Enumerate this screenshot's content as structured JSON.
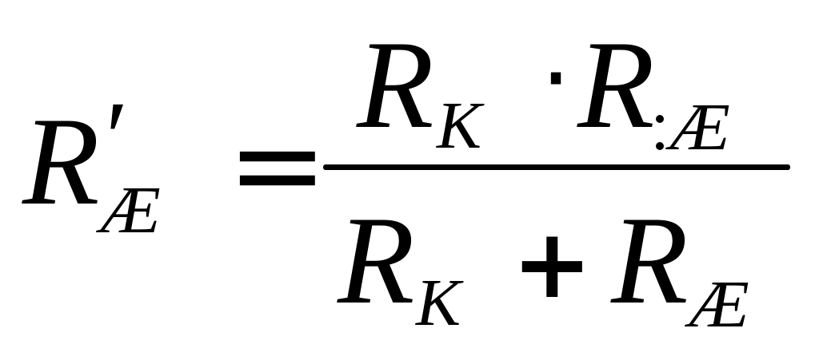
{
  "lhs": {
    "main": "R",
    "prime": "′",
    "subscript": "Æ"
  },
  "equals": "=",
  "numerator": {
    "first": {
      "main": "R",
      "subscript": "K"
    },
    "times": "·",
    "second": {
      "main": "R",
      "subscript": "Æ"
    }
  },
  "denominator": {
    "first": {
      "main": "R",
      "subscript": "K"
    },
    "plus": "+",
    "second": {
      "main": "R",
      "subscript": "Æ"
    }
  }
}
